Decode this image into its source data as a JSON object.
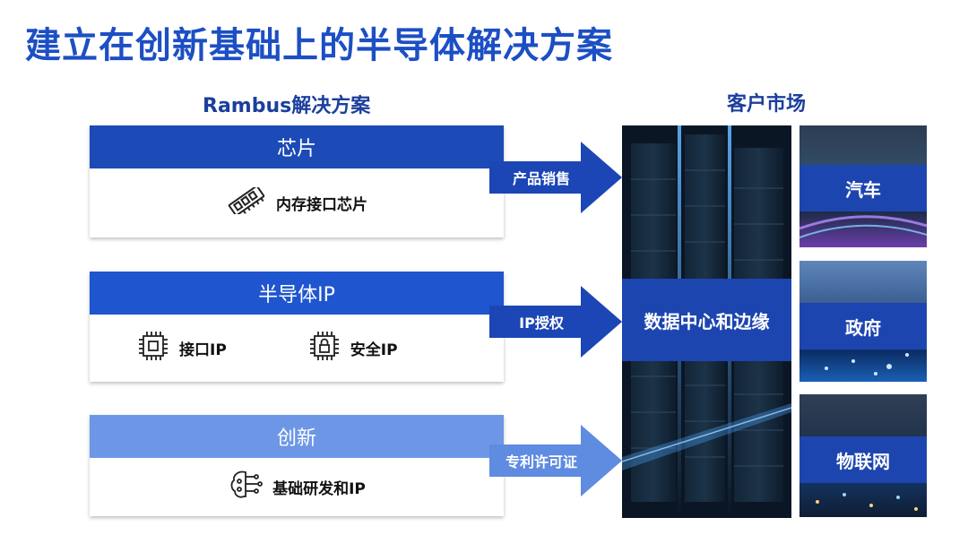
{
  "title": "建立在创新基础上的半导体解决方案",
  "left_heading": "Rambus解决方案",
  "right_heading": "客户市场",
  "solutions": [
    {
      "header": "芯片",
      "items": [
        {
          "icon": "memory-chip-icon",
          "label": "内存接口芯片"
        }
      ],
      "color": "#1c4bb7"
    },
    {
      "header": "半导体IP",
      "items": [
        {
          "icon": "cpu-chip-icon",
          "label": "接口IP"
        },
        {
          "icon": "secure-chip-icon",
          "label": "安全IP"
        }
      ],
      "color": "#1f55cf"
    },
    {
      "header": "创新",
      "items": [
        {
          "icon": "brain-circuit-icon",
          "label": "基础研发和IP"
        }
      ],
      "color": "#6d97e6"
    }
  ],
  "arrows": [
    "产品销售",
    "IP授权",
    "专利许可证"
  ],
  "center_market": "数据中心和边缘",
  "markets": [
    "汽车",
    "政府",
    "物联网"
  ]
}
